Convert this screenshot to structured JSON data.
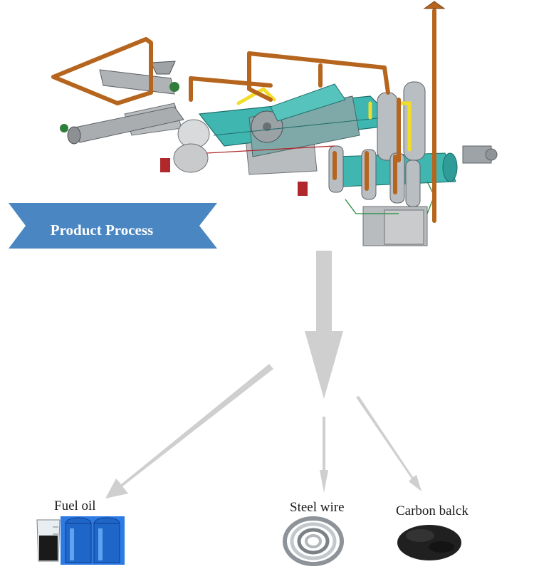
{
  "banner": {
    "title": "Product Process"
  },
  "products": [
    {
      "label": "Fuel oil",
      "icon": "fuel-oil-drums-image"
    },
    {
      "label": "Steel wire",
      "icon": "steel-wire-coil-image"
    },
    {
      "label": "Carbon balck",
      "icon": "carbon-black-powder-image"
    }
  ],
  "colors": {
    "banner": "#4a86c2",
    "pipe": "#b5651d",
    "tank": "#3fb6b0",
    "arrow": "#cfcfcf",
    "drum": "#1f66c9"
  }
}
